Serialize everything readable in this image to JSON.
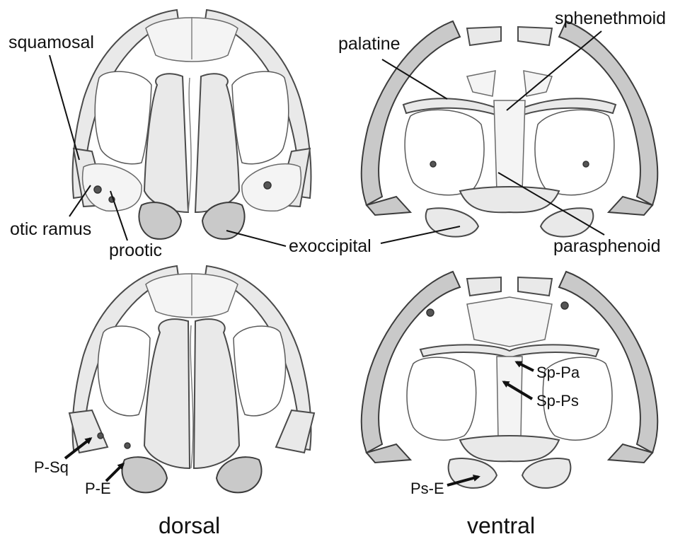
{
  "labels": {
    "squamosal": "squamosal",
    "otic_ramus": "otic ramus",
    "prootic": "prootic",
    "exoccipital": "exoccipital",
    "palatine": "palatine",
    "sphenethmoid": "sphenethmoid",
    "parasphenoid": "parasphenoid",
    "p_sq": "P-Sq",
    "p_e": "P-E",
    "sp_pa": "Sp-Pa",
    "sp_ps": "Sp-Ps",
    "ps_e": "Ps-E"
  },
  "captions": {
    "dorsal": "dorsal",
    "ventral": "ventral"
  }
}
